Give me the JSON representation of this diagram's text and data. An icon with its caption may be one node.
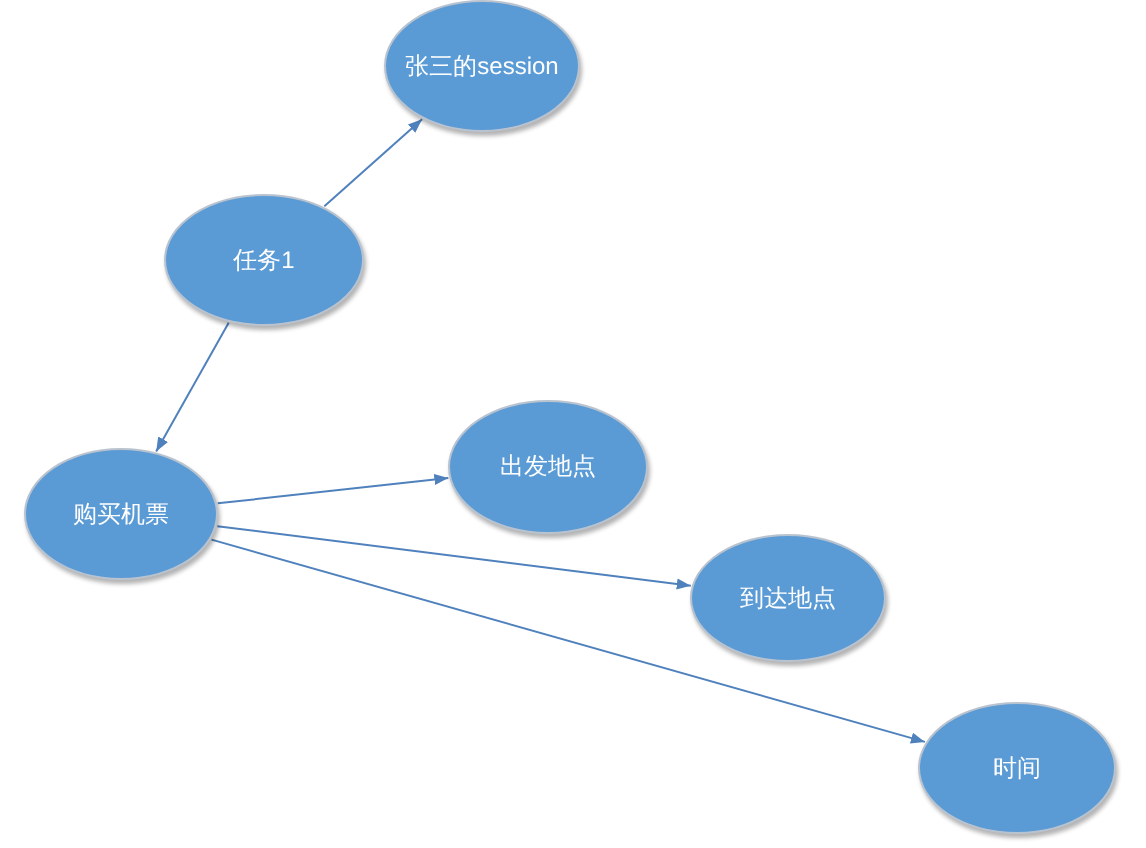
{
  "diagram": {
    "nodes": [
      {
        "text": [
          "张三的session"
        ]
      },
      {
        "text": [
          "任务1"
        ]
      },
      {
        "text": [
          "购买机票"
        ]
      },
      {
        "text": [
          "出发地点"
        ]
      },
      {
        "text": [
          "到达地点"
        ]
      },
      {
        "text": [
          "时间"
        ]
      }
    ],
    "edges": [
      {
        "from": 1,
        "to": 0,
        "arrow": "to"
      },
      {
        "from": 1,
        "to": 2,
        "arrow": "to"
      },
      {
        "from": 2,
        "to": 3,
        "arrow": "to"
      },
      {
        "from": 2,
        "to": 4,
        "arrow": "to"
      },
      {
        "from": 2,
        "to": 5,
        "arrow": "to"
      }
    ]
  }
}
